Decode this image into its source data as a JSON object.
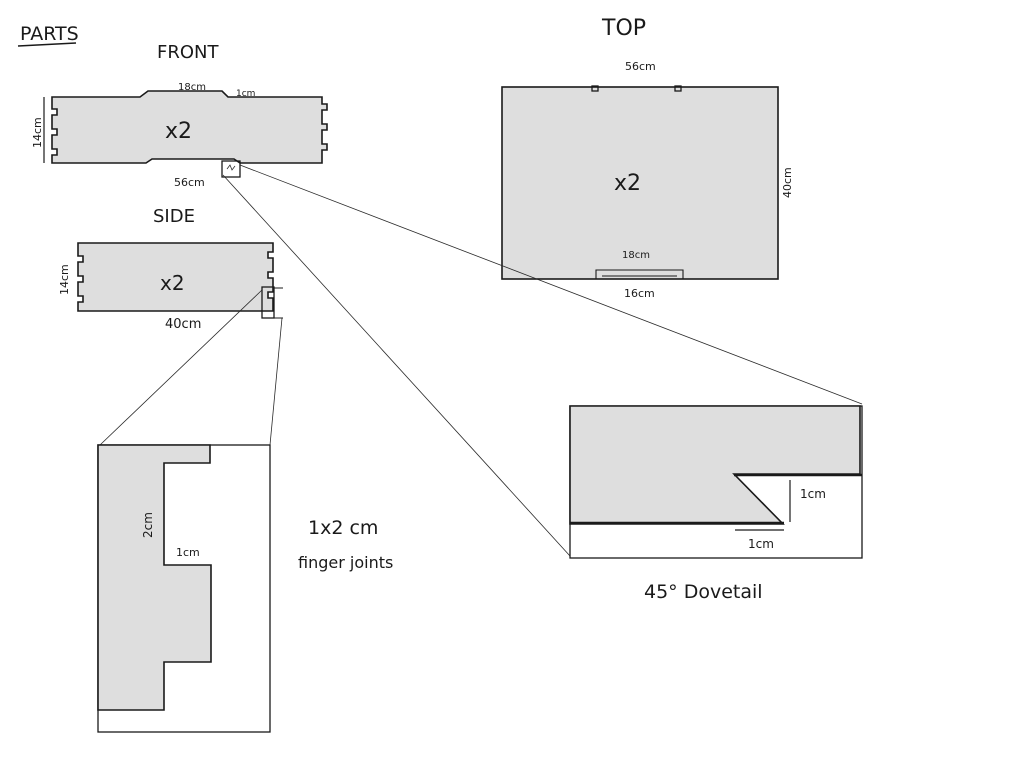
{
  "heading": "PARTS",
  "front": {
    "title": "FRONT",
    "qty": "x2",
    "width": "56cm",
    "height": "14cm",
    "dovetail_width": "18cm",
    "dovetail_depth": "1cm"
  },
  "side": {
    "title": "SIDE",
    "qty": "x2",
    "width": "40cm",
    "height": "14cm"
  },
  "top": {
    "title": "TOP",
    "qty": "x2",
    "width": "56cm",
    "height": "40cm",
    "slot_outer": "18cm",
    "slot_inner": "16cm"
  },
  "finger_detail": {
    "height_label": "2cm",
    "depth_label": "1cm",
    "caption_line1": "1x2 cm",
    "caption_line2": "finger joints"
  },
  "dovetail_detail": {
    "depth_label": "1cm",
    "width_label": "1cm",
    "caption": "45° Dovetail"
  }
}
